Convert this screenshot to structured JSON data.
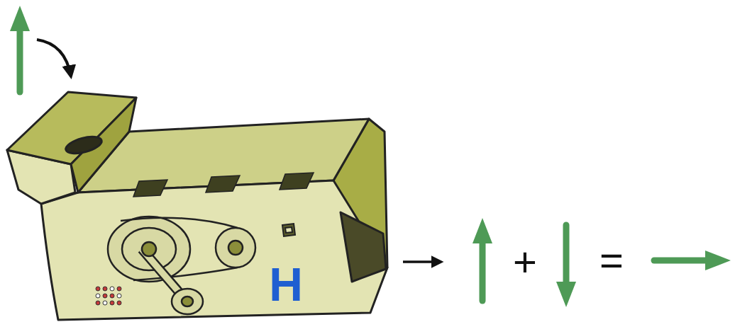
{
  "diagram": {
    "nodes": [
      {
        "text": [
          "H"
        ]
      }
    ],
    "labels": [
      "+",
      "="
    ]
  }
}
